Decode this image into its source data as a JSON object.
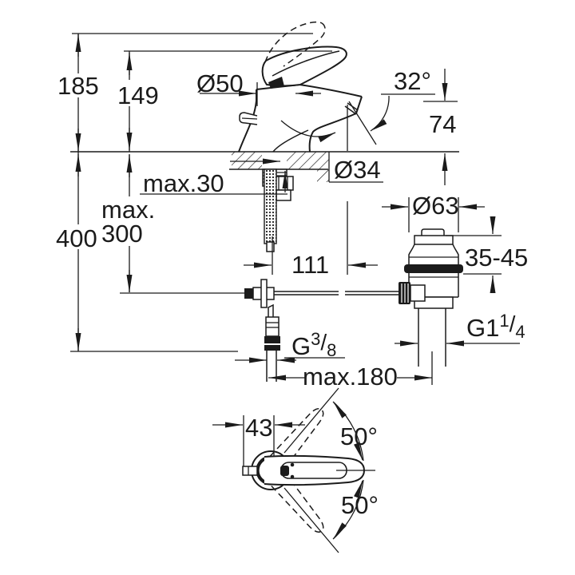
{
  "drawing": {
    "kind": "technical dimension drawing",
    "subject": "single-lever basin mixer with pop-up waste",
    "line_color": "#1b1b1b",
    "background_color": "#ffffff"
  },
  "labels": {
    "total_height": "185",
    "body_height": "149",
    "base_diameter": "Ø50",
    "stream_angle": "32°",
    "spout_height": "74",
    "deck_thickness_max": "max.30",
    "hole_diameter": "Ø34",
    "hose_max_line1": "max.",
    "hose_max_line2": "300",
    "install_depth": "400",
    "spout_projection": "111",
    "waste_cap_diameter": "Ø63",
    "waste_deck_range": "35-45",
    "rod_reach_max": "max.180",
    "front_offset": "43",
    "lever_swing_upper": "50°",
    "lever_swing_lower": "50°",
    "supply_thread": {
      "main": "G",
      "sup": "3",
      "slash": "/",
      "sub": "8"
    },
    "waste_thread": {
      "main": "G1",
      "sup": "1",
      "slash": "/",
      "sub": "4"
    }
  }
}
